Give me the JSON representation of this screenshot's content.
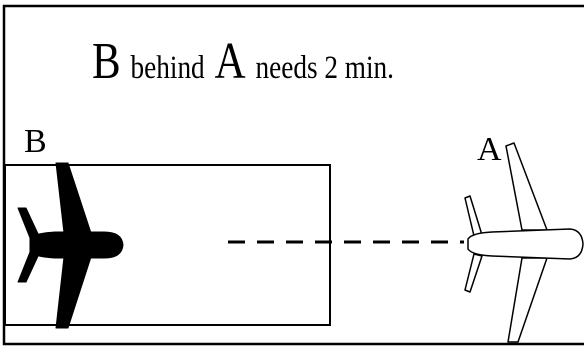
{
  "caption": {
    "letter_b": "B",
    "word_behind": "behind",
    "letter_a": "A",
    "rest": "needs 2 min."
  },
  "labels": {
    "plane_b": "B",
    "plane_a": "A"
  },
  "planes": {
    "plane_b": {
      "icon": "airplane-silhouette-icon",
      "fill": "#000000"
    },
    "plane_a": {
      "icon": "airplane-outline-icon",
      "fill": "#ffffff"
    }
  },
  "colors": {
    "background": "#ffffff",
    "stroke": "#000000"
  }
}
